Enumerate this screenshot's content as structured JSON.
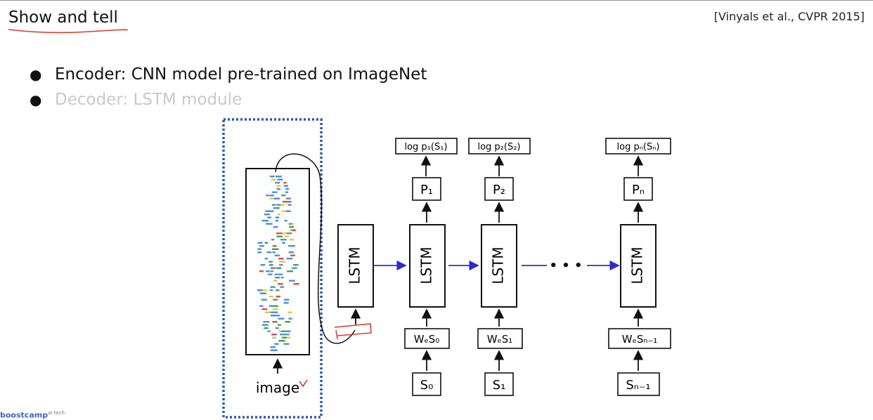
{
  "slide": {
    "title": "Show and tell",
    "citation": "[Vinyals et al., CVPR 2015]",
    "bullets": [
      {
        "text": "Encoder: CNN model pre-trained on ImageNet",
        "state": "active"
      },
      {
        "text": "Decoder: LSTM module",
        "state": "dimmed"
      }
    ]
  },
  "diagram": {
    "cnn_input_label": "image",
    "init_lstm_label": "LSTM",
    "lstm_label": "LSTM",
    "ellipsis": "• • •",
    "steps": [
      {
        "output": "log p₁(S₁)",
        "prob": "P₁",
        "embed": "WₑS₀",
        "input": "S₀"
      },
      {
        "output": "log p₂(S₂)",
        "prob": "P₂",
        "embed": "WₑS₁",
        "input": "S₁"
      },
      {
        "output": "log pₙ(Sₙ)",
        "prob": "Pₙ",
        "embed": "WₑSₙ₋₁",
        "input": "Sₙ₋₁"
      }
    ],
    "colors": {
      "highlight_box": "#2a55b5",
      "arrow_blue": "#2b2bd6",
      "annotation_red": "#d23b2b",
      "cnn_blue": "#4a90d9",
      "cnn_green": "#3aa35a",
      "cnn_yellow": "#f2c230",
      "cnn_red": "#e05040"
    }
  },
  "footer": {
    "logo_text": "boostcamp",
    "logo_sup": "ai tech"
  }
}
